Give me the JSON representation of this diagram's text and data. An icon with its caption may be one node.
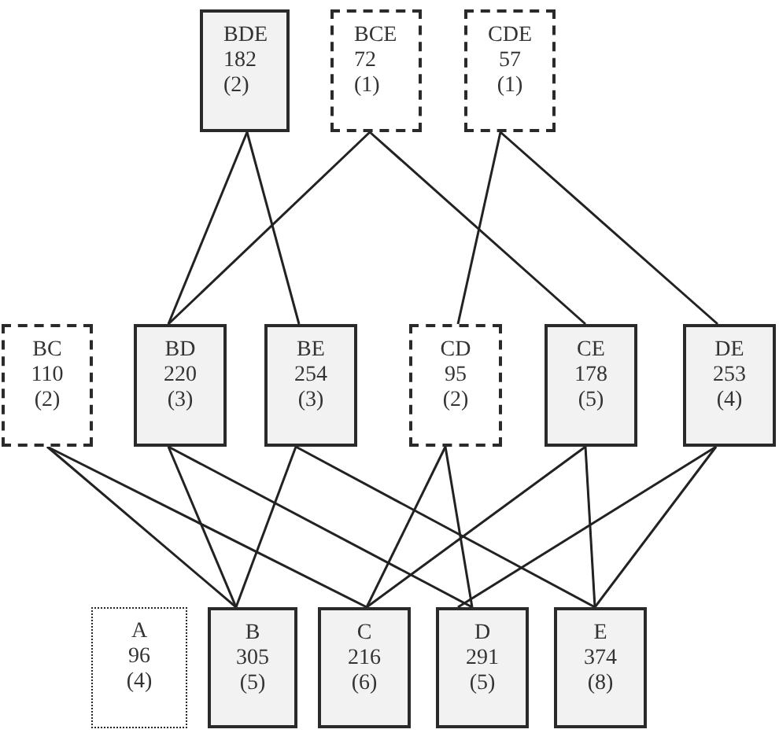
{
  "diagram": {
    "nodes": [
      {
        "text": [
          "BDE",
          "182",
          "(2)"
        ]
      },
      {
        "text": [
          "BCE",
          "72",
          "(1)"
        ]
      },
      {
        "text": [
          "CDE",
          "57",
          "(1)"
        ]
      },
      {
        "text": [
          "BC",
          "110",
          "(2)"
        ]
      },
      {
        "text": [
          "BD",
          "220",
          "(3)"
        ]
      },
      {
        "text": [
          "BE",
          "254",
          "(3)"
        ]
      },
      {
        "text": [
          "CD",
          "95",
          "(2)"
        ]
      },
      {
        "text": [
          "CE",
          "178",
          "(5)"
        ]
      },
      {
        "text": [
          "DE",
          "253",
          "(4)"
        ]
      },
      {
        "text": [
          "A",
          "96",
          "(4)"
        ]
      },
      {
        "text": [
          "B",
          "305",
          "(5)"
        ]
      },
      {
        "text": [
          "C",
          "216",
          "(6)"
        ]
      },
      {
        "text": [
          "D",
          "291",
          "(5)"
        ]
      },
      {
        "text": [
          "E",
          "374",
          "(8)"
        ]
      }
    ],
    "edges": [
      {
        "from": 0,
        "to": 4,
        "arrow": "none"
      },
      {
        "from": 0,
        "to": 5,
        "arrow": "none"
      },
      {
        "from": 1,
        "to": 4,
        "arrow": "none"
      },
      {
        "from": 1,
        "to": 7,
        "arrow": "none"
      },
      {
        "from": 2,
        "to": 6,
        "arrow": "none"
      },
      {
        "from": 2,
        "to": 8,
        "arrow": "none"
      },
      {
        "from": 3,
        "to": 10,
        "arrow": "none"
      },
      {
        "from": 3,
        "to": 11,
        "arrow": "none"
      },
      {
        "from": 4,
        "to": 10,
        "arrow": "none"
      },
      {
        "from": 4,
        "to": 12,
        "arrow": "none"
      },
      {
        "from": 5,
        "to": 10,
        "arrow": "none"
      },
      {
        "from": 5,
        "to": 13,
        "arrow": "none"
      },
      {
        "from": 6,
        "to": 11,
        "arrow": "none"
      },
      {
        "from": 6,
        "to": 12,
        "arrow": "none"
      },
      {
        "from": 7,
        "to": 11,
        "arrow": "none"
      },
      {
        "from": 7,
        "to": 13,
        "arrow": "none"
      },
      {
        "from": 8,
        "to": 12,
        "arrow": "none"
      },
      {
        "from": 8,
        "to": 13,
        "arrow": "none"
      }
    ]
  }
}
